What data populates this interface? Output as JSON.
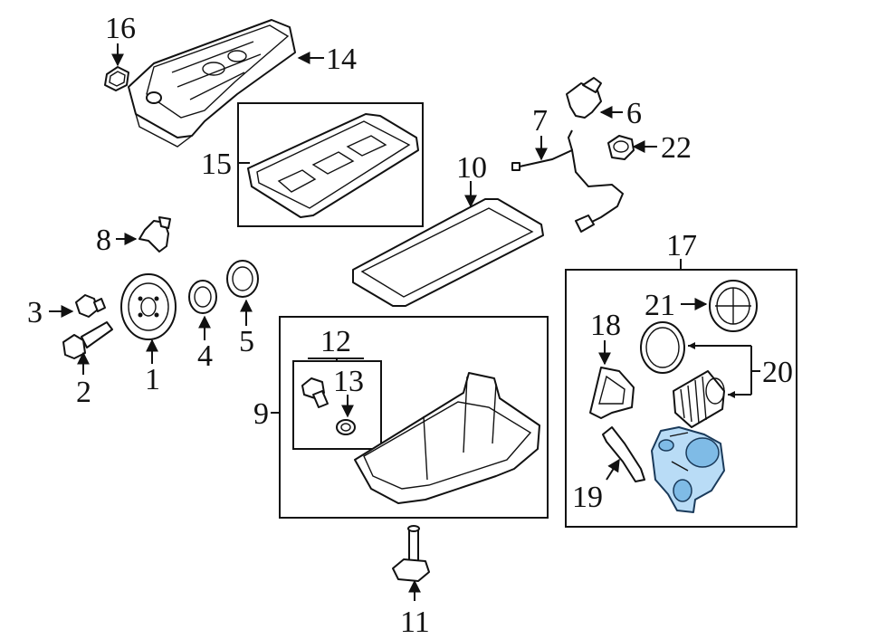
{
  "callouts": {
    "c1": "1",
    "c2": "2",
    "c3": "3",
    "c4": "4",
    "c5": "5",
    "c6": "6",
    "c7": "7",
    "c8": "8",
    "c9": "9",
    "c10": "10",
    "c11": "11",
    "c12": "12",
    "c13": "13",
    "c14": "14",
    "c15": "15",
    "c16": "16",
    "c17": "17",
    "c18": "18",
    "c19": "19",
    "c20": "20",
    "c21": "21",
    "c22": "22"
  },
  "colors": {
    "highlight": "#b9dcf6",
    "highlight_dark": "#7fbbe6",
    "line": "#111111"
  }
}
